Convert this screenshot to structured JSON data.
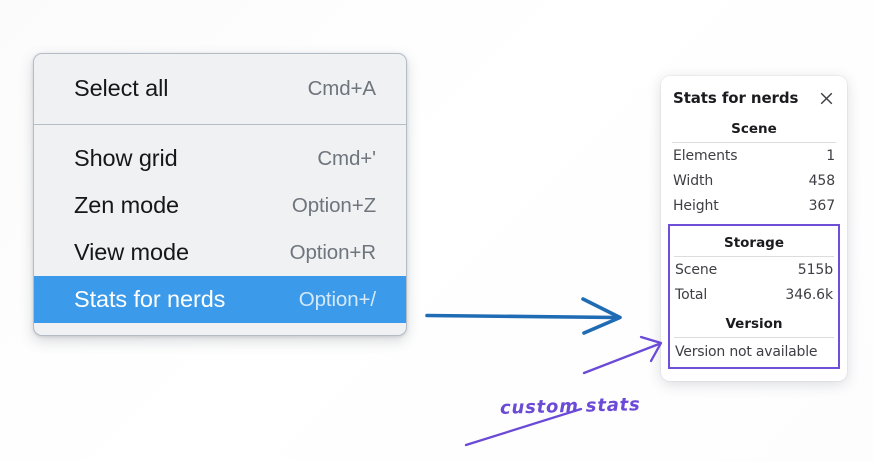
{
  "menu": {
    "groups": [
      {
        "name": "group-top",
        "items": [
          {
            "label": "Select all",
            "shortcut": "Cmd+A",
            "selected": false
          }
        ]
      },
      {
        "name": "group-bottom",
        "items": [
          {
            "label": "Show grid",
            "shortcut": "Cmd+'",
            "selected": false
          },
          {
            "label": "Zen mode",
            "shortcut": "Option+Z",
            "selected": false
          },
          {
            "label": "View mode",
            "shortcut": "Option+R",
            "selected": false
          },
          {
            "label": "Stats for nerds",
            "shortcut": "Option+/",
            "selected": true
          }
        ]
      }
    ],
    "highlight_color": "#3b9ae9"
  },
  "stats_panel": {
    "title": "Stats for nerds",
    "close_icon": "close-icon",
    "sections": {
      "scene": {
        "heading": "Scene",
        "rows": [
          {
            "key": "Elements",
            "value": "1"
          },
          {
            "key": "Width",
            "value": "458"
          },
          {
            "key": "Height",
            "value": "367"
          }
        ]
      },
      "storage": {
        "heading": "Storage",
        "rows": [
          {
            "key": "Scene",
            "value": "515b"
          },
          {
            "key": "Total",
            "value": "346.6k"
          }
        ]
      },
      "version": {
        "heading": "Version",
        "text": "Version not available"
      }
    },
    "highlight_border_color": "#6f4fd8"
  },
  "annotations": {
    "blue_arrow": {
      "name": "blue-arrow",
      "color": "#1f6cb5"
    },
    "purple_label": {
      "text": "custom stats",
      "color": "#6a4ad6"
    },
    "purple_arrow": {
      "name": "purple-arrow",
      "color": "#6a4ad6"
    },
    "purple_underline": {
      "name": "purple-underline-stroke",
      "color": "#6a4ad6"
    }
  }
}
